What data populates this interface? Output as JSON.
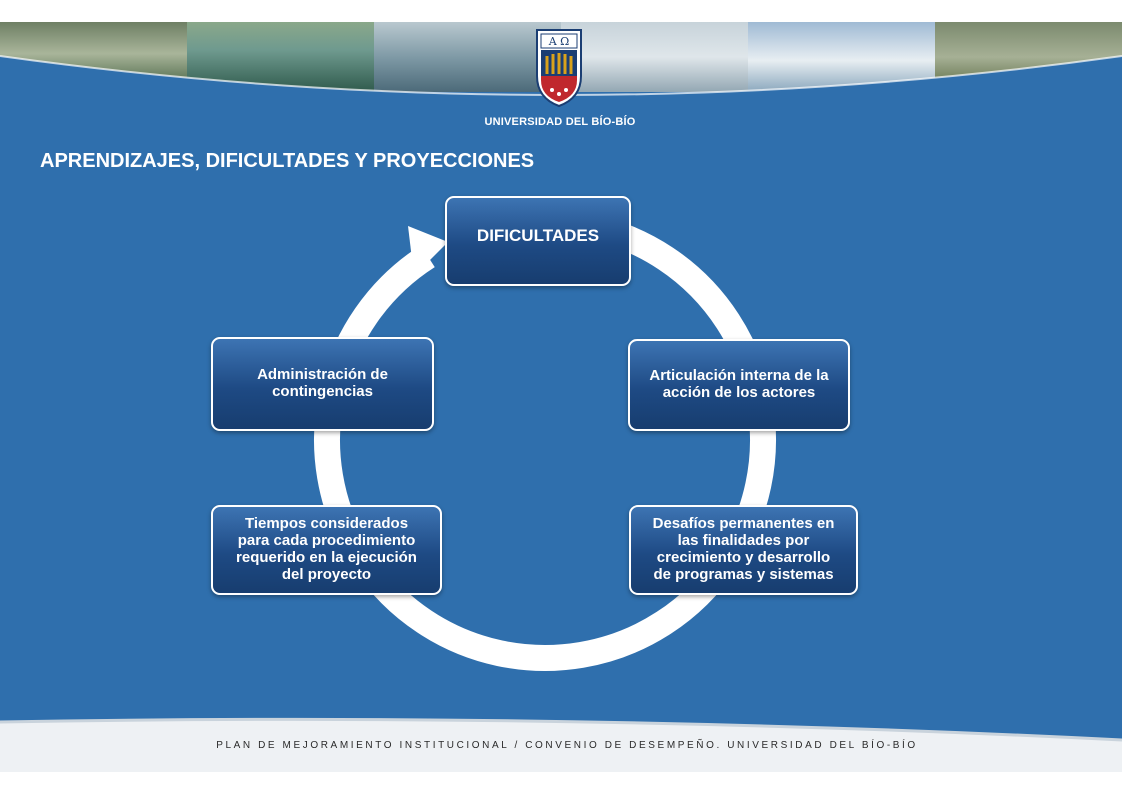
{
  "header": {
    "institution": "UNIVERSIDAD DEL BÍO-BÍO",
    "crest_letters": "A Ω"
  },
  "slide": {
    "title": "APRENDIZAJES, DIFICULTADES Y PROYECCIONES"
  },
  "diagram": {
    "center_node": "DIFICULTADES",
    "nodes": [
      "Articulación interna de la\nacción de los actores",
      "Desafíos permanentes en\nlas finalidades por\ncrecimiento y desarrollo\nde programas y sistemas",
      "Tiempos considerados\npara cada procedimiento\nrequerido en la ejecución\ndel proyecto",
      "Administración de\ncontingencias"
    ]
  },
  "footer": {
    "text": "PLAN DE MEJORAMIENTO INSTITUCIONAL / CONVENIO DE DESEMPEÑO. UNIVERSIDAD DEL BÍO-BÍO"
  },
  "colors": {
    "background": "#2f6fad",
    "node_fill": "#1e4a84",
    "cycle_arrow": "#ffffff"
  }
}
